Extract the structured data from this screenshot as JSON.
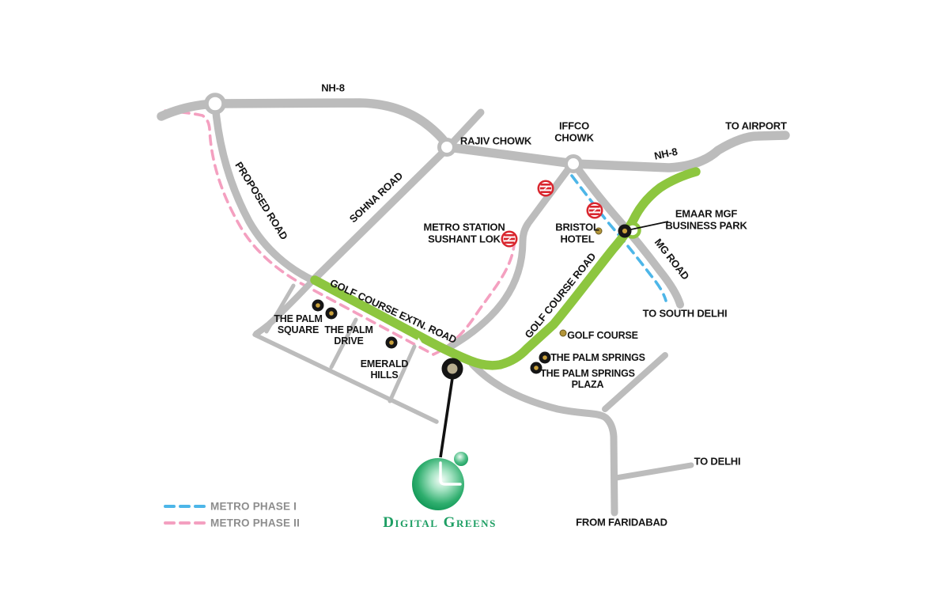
{
  "legend": {
    "phase1_label": "METRO PHASE I",
    "phase2_label": "METRO PHASE II"
  },
  "brand": {
    "logo_text": "Digital Greens"
  },
  "roads": {
    "nh8_top": "NH-8",
    "nh8_right": "NH-8",
    "proposed": "PROPOSED ROAD",
    "sohna": "SOHNA ROAD",
    "golf_course_extn": "GOLF COURSE EXTN. ROAD",
    "golf_course": "GOLF COURSE ROAD",
    "mg": "MG ROAD"
  },
  "junctions": {
    "rajiv_chowk": "RAJIV CHOWK",
    "iffco_chowk": "IFFCO\nCHOWK"
  },
  "directions": {
    "to_airport": "TO  AIRPORT",
    "to_south_delhi": "TO SOUTH DELHI",
    "to_delhi": "TO DELHI",
    "from_faridabad": "FROM FARIDABAD"
  },
  "places": {
    "metro_station": "METRO STATION\nSUSHANT LOK",
    "bristol_hotel": "BRISTOL\nHOTEL",
    "emaar_business_park": "EMAAR MGF\nBUSINESS PARK",
    "palm_square": "THE PALM\nSQUARE",
    "palm_drive": "THE PALM\nDRIVE",
    "emerald_hills": "EMERALD\nHILLS",
    "golf_course": "GOLF COURSE",
    "palm_springs": "THE PALM SPRINGS",
    "palm_springs_plaza": "THE PALM SPRINGS\nPLAZA"
  },
  "colors": {
    "road_gray": "#bcbcbc",
    "expressway_green": "#8dc63f",
    "metro_phase1_blue": "#4db6e8",
    "metro_phase2_pink": "#f4a0c0",
    "metro_logo_red": "#d9262e",
    "marker_gold": "#c9a13b",
    "brand_green": "#1d9e63",
    "label_black": "#141414",
    "legend_gray": "#8d8d8d"
  },
  "icons": {
    "metro": "delhi-metro-logo",
    "junction": "road-junction-circle",
    "property_marker": "property-location-dot",
    "site_marker": "digital-greens-site-marker"
  }
}
